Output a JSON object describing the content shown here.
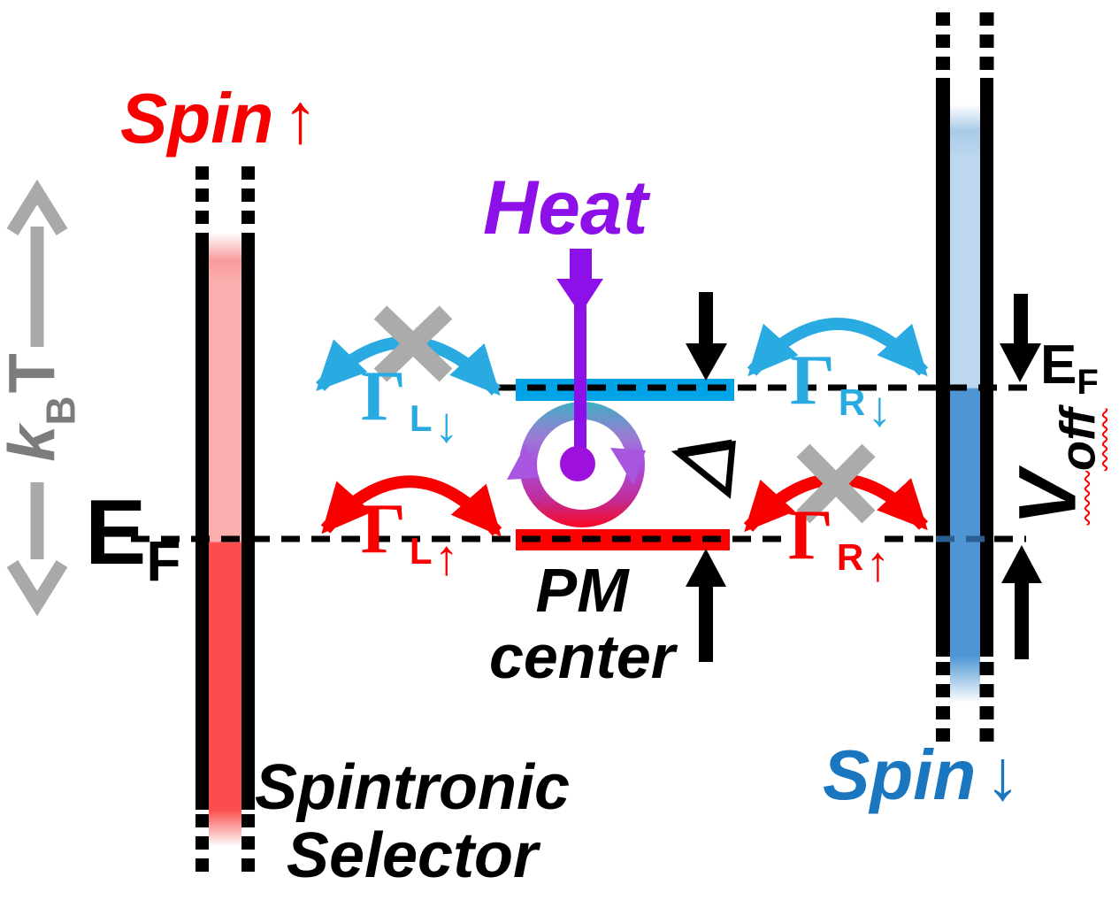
{
  "labels": {
    "spin_up": {
      "word": "Spin",
      "arrow": "↑"
    },
    "spin_down": {
      "word": "Spin",
      "arrow": "↓"
    },
    "heat": "Heat",
    "pm_center": {
      "line1": "PM",
      "line2": "center"
    },
    "spintronic_selector": {
      "line1": "Spintronic",
      "line2": "Selector"
    },
    "kbt": {
      "base": "k",
      "subscript": "B",
      "suffix": "T"
    },
    "ef_left": {
      "symbol": "E",
      "subscript": "F"
    },
    "ef_right": {
      "symbol": "E",
      "subscript": "F"
    },
    "v_off": {
      "symbol": "V",
      "subscript": "off"
    },
    "gamma_left_down": {
      "symbol": "Γ",
      "sub_letter": "L",
      "sub_arrow": "↓"
    },
    "gamma_left_up": {
      "symbol": "Γ",
      "sub_letter": "L",
      "sub_arrow": "↑"
    },
    "gamma_right_down": {
      "symbol": "Γ",
      "sub_letter": "R",
      "sub_arrow": "↓"
    },
    "gamma_right_up": {
      "symbol": "Γ",
      "sub_letter": "R",
      "sub_arrow": "↑"
    }
  },
  "colors": {
    "red": "#F80000",
    "level_red_bar": "#FE0000",
    "cyan_arrows_text": "#29ABE2",
    "level_cyan_bar": "#00A2E8",
    "spin_down_blue": "#1B76C0",
    "heat_purple": "#8E10E8",
    "dot_purple": "#9E10DC",
    "gray_arrow": "#A9A9A9",
    "gray_x": "#ABABAB",
    "kbt_gray_text": "#7C7C7C",
    "electrode_blue_light": "#BDD7EE",
    "electrode_blue_dark": "#4E96D3",
    "electrode_pink_light": "#FBAEAE",
    "electrode_red_strong": "#FB4D4D",
    "dash_navy_on_blue": "#2B5E91",
    "black": "#000000",
    "squiggle_red": "#FF0000"
  }
}
